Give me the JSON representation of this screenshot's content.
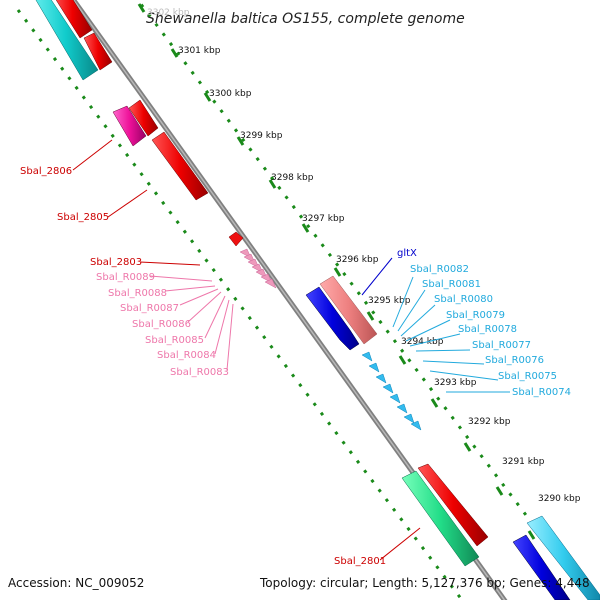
{
  "title": "Shewanella baltica OS155, complete genome",
  "accession": "Accession: NC_009052",
  "topology": "Topology: circular; Length: 5,127,376 bp; Genes: 4,448",
  "colors": {
    "backbone": "#808080",
    "ruler_dots": "#1a8a1a",
    "cds_red": "#ee0000",
    "cds_magenta": "#ee1199",
    "cds_cyan": "#11cccc",
    "cds_green": "#22dd88",
    "cds_blue": "#0000dd",
    "cds_salmon": "#ee8080",
    "rrna_pink": "#ee99bb",
    "trna_cyan": "#33bbee",
    "label_red": "#cc0000",
    "label_pink": "#ee77aa",
    "label_blue": "#0000cc",
    "label_cyan": "#22aadd"
  },
  "ticks": [
    "3302 kbp",
    "3301 kbp",
    "3300 kbp",
    "3299 kbp",
    "3298 kbp",
    "3297 kbp",
    "3296 kbp",
    "3295 kbp",
    "3294 kbp",
    "3293 kbp",
    "3292 kbp",
    "3291 kbp",
    "3290 kbp"
  ],
  "gene_labels": {
    "sbal2806": "Sbal_2806",
    "sbal2805": "Sbal_2805",
    "sbal2803": "Sbal_2803",
    "sbal2801": "Sbal_2801",
    "gltx": "gltX",
    "left_rna": [
      "Sbal_R0089",
      "Sbal_R0088",
      "Sbal_R0087",
      "Sbal_R0086",
      "Sbal_R0085",
      "Sbal_R0084",
      "Sbal_R0083"
    ],
    "right_rna": [
      "Sbal_R0082",
      "Sbal_R0081",
      "Sbal_R0080",
      "Sbal_R0079",
      "Sbal_R0078",
      "Sbal_R0077",
      "Sbal_R0076",
      "Sbal_R0075",
      "Sbal_R0074"
    ]
  }
}
